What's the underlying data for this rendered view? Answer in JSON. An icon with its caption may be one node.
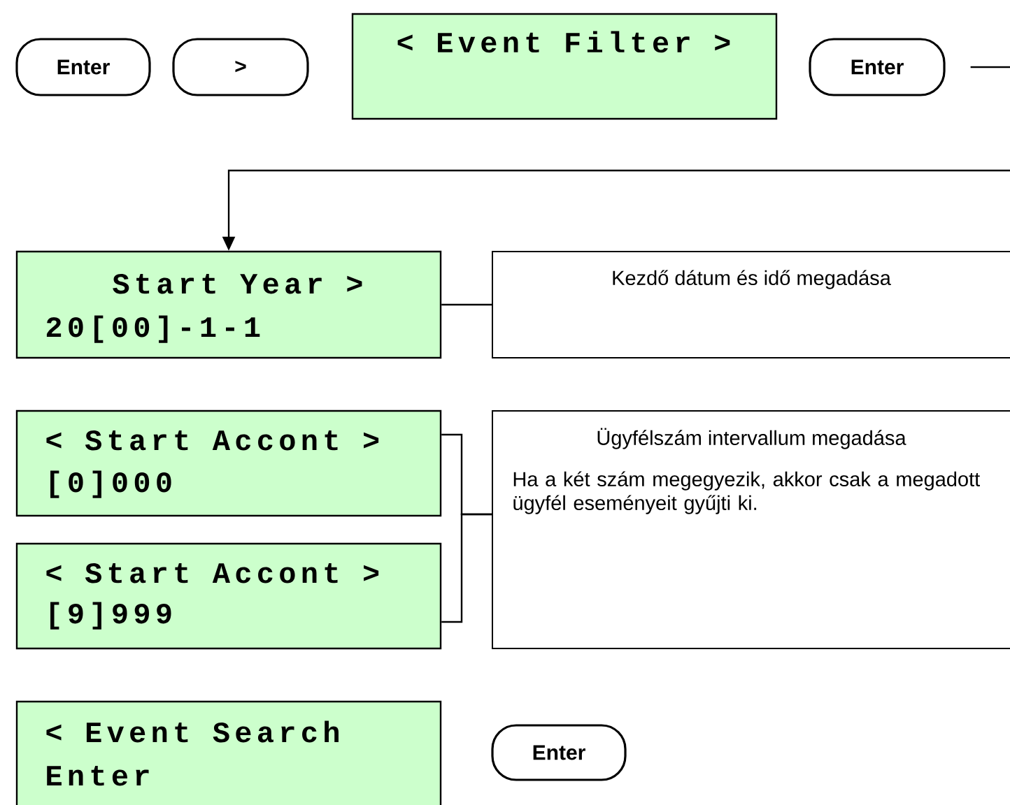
{
  "diagram": {
    "nodes": [
      {
        "text": [
          "Enter"
        ]
      },
      {
        "text": [
          ">"
        ]
      },
      {
        "text": [
          "< Event Filter >"
        ]
      },
      {
        "text": [
          "Enter"
        ]
      },
      {
        "text": [
          "Start Year >",
          "20[00]-1-1"
        ]
      },
      {
        "text": [
          "Kezdő dátum és idő megadása"
        ]
      },
      {
        "text": [
          "< Start Accont >",
          "[0]000"
        ]
      },
      {
        "text": [
          "< Start Accont >",
          "[9]999"
        ]
      },
      {
        "text": [
          "Ügyfélszám intervallum megadása",
          "Ha a két szám megegyezik, akkor csak a megadott ügyfél eseményeit gyűjti ki."
        ]
      },
      {
        "text": [
          "< Event Search",
          "Enter"
        ]
      },
      {
        "text": [
          "Enter"
        ]
      }
    ],
    "edges": [
      {
        "from": 3,
        "to": 4,
        "arrow": "to"
      },
      {
        "from": 4,
        "to": 5,
        "arrow": "none"
      },
      {
        "from": 6,
        "to": 8,
        "arrow": "none"
      },
      {
        "from": 7,
        "to": 8,
        "arrow": "none"
      }
    ]
  }
}
